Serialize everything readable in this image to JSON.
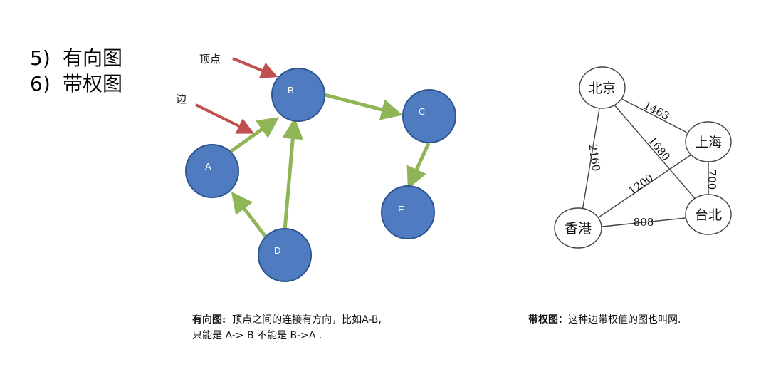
{
  "headings": [
    {
      "num": "5)",
      "text": "有向图"
    },
    {
      "num": "6)",
      "text": "带权图"
    }
  ],
  "directed": {
    "label_vertex": "顶点",
    "label_edge": "边",
    "nodes": [
      "A",
      "B",
      "C",
      "D",
      "E"
    ],
    "caption_title": "有向图:",
    "caption_line1": "顶点之间的连接有方向，比如A-B,",
    "caption_line2": "只能是 A-> B 不能是 B->A ."
  },
  "weighted": {
    "nodes": [
      "北京",
      "上海",
      "香港",
      "台北"
    ],
    "weights": [
      "1463",
      "1680",
      "2160",
      "700",
      "1200",
      "808"
    ],
    "caption_title": "带权图",
    "caption_text": "：这种边带权值的图也叫网."
  },
  "colors": {
    "node_fill": "#4f7cc0",
    "node_stroke": "#2f548f",
    "edge": "#8fb556",
    "pointer": "#c0504d"
  }
}
